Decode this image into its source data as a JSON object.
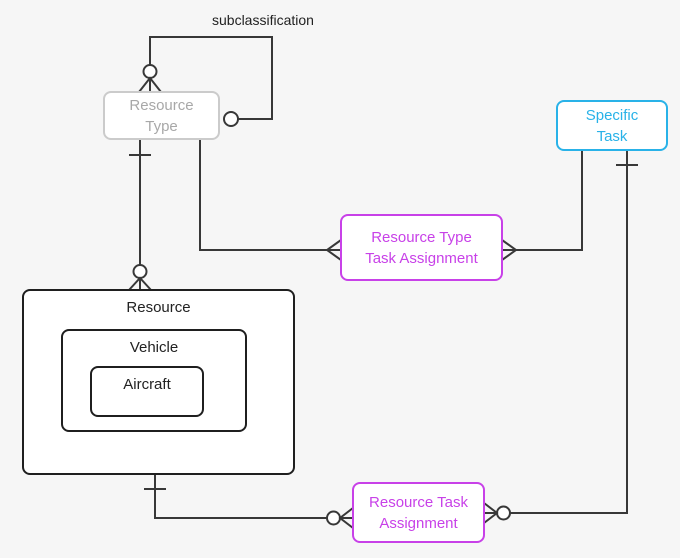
{
  "diagram_type": "entity-relationship diagram (crow's foot notation)",
  "nodes": {
    "resource_type": {
      "line1": "Resource",
      "line2": "Type",
      "style": "gray"
    },
    "specific_task": {
      "line1": "Specific",
      "line2": "Task",
      "style": "cyan"
    },
    "resource_type_task_assignment": {
      "line1": "Resource Type",
      "line2": "Task Assignment",
      "style": "magenta"
    },
    "resource": {
      "label": "Resource",
      "style": "black"
    },
    "vehicle": {
      "label": "Vehicle",
      "style": "black",
      "nested_in": "resource"
    },
    "aircraft": {
      "label": "Aircraft",
      "style": "black",
      "nested_in": "vehicle"
    },
    "resource_task_assignment": {
      "line1": "Resource Task",
      "line2": "Assignment",
      "style": "magenta"
    }
  },
  "relationships": [
    {
      "label": "subclassification",
      "from": "resource_type",
      "to": "resource_type",
      "from_end": "zero-or-many (circle + crow's foot at top)",
      "to_end": "zero-or-one (circle at right side)"
    },
    {
      "label": "",
      "from": "resource_type",
      "to": "resource",
      "from_end": "one (bar)",
      "to_end": "zero-or-many (circle + crow's foot)"
    },
    {
      "label": "",
      "from": "resource_type",
      "to": "resource_type_task_assignment",
      "from_end": "plain",
      "to_end": "many (crow's foot)"
    },
    {
      "label": "",
      "from": "specific_task",
      "to": "resource_type_task_assignment",
      "from_end": "plain",
      "to_end": "many (crow's foot)"
    },
    {
      "label": "",
      "from": "specific_task",
      "to": "resource_task_assignment",
      "from_end": "one (bar)",
      "to_end": "zero-or-many (circle + crow's foot)"
    },
    {
      "label": "",
      "from": "resource",
      "to": "resource_task_assignment",
      "from_end": "one (bar)",
      "to_end": "zero-or-many (circle + crow's foot)"
    }
  ],
  "colors": {
    "background": "#f6f6f6",
    "node_fill": "#ffffff",
    "line": "#383838",
    "black_border": "#1f1f1f",
    "black_text": "#222222",
    "gray_border": "#cbcbcb",
    "gray_text": "#a8a8a8",
    "magenta": "#c841e8",
    "cyan": "#29b2e8"
  }
}
